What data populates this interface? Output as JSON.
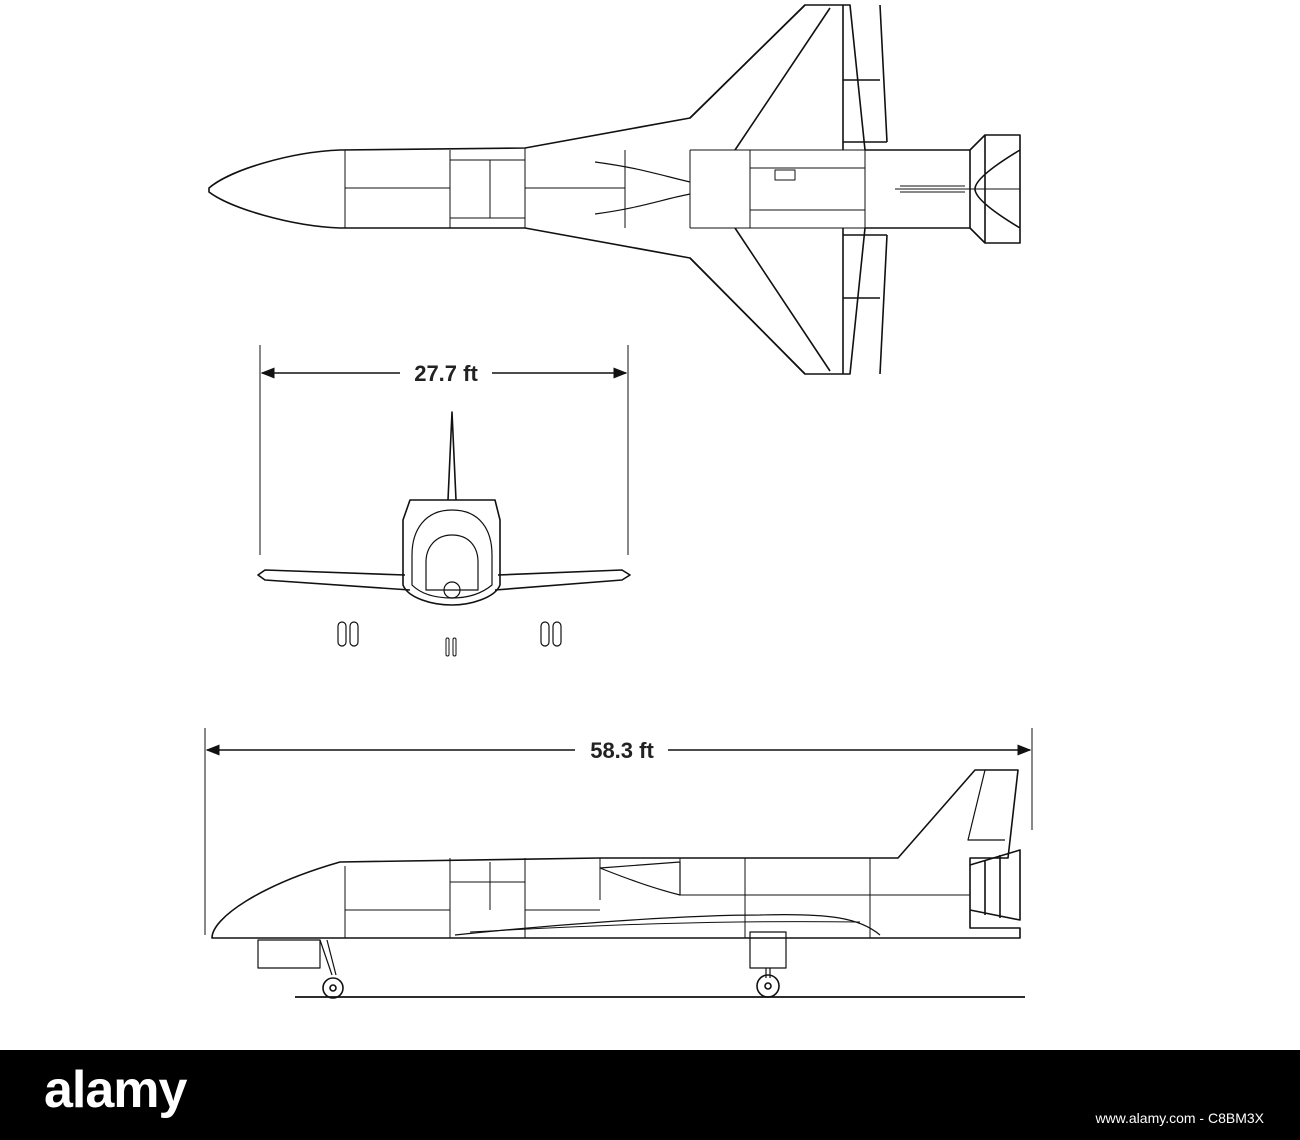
{
  "diagram": {
    "span_label": "27.7 ft",
    "length_label": "58.3 ft"
  },
  "footer": {
    "brand": "alamy",
    "image_id": "www.alamy.com - C8BM3X"
  },
  "colors": {
    "line": "#111111",
    "footer_bg": "#000000",
    "footer_text": "#ffffff"
  }
}
